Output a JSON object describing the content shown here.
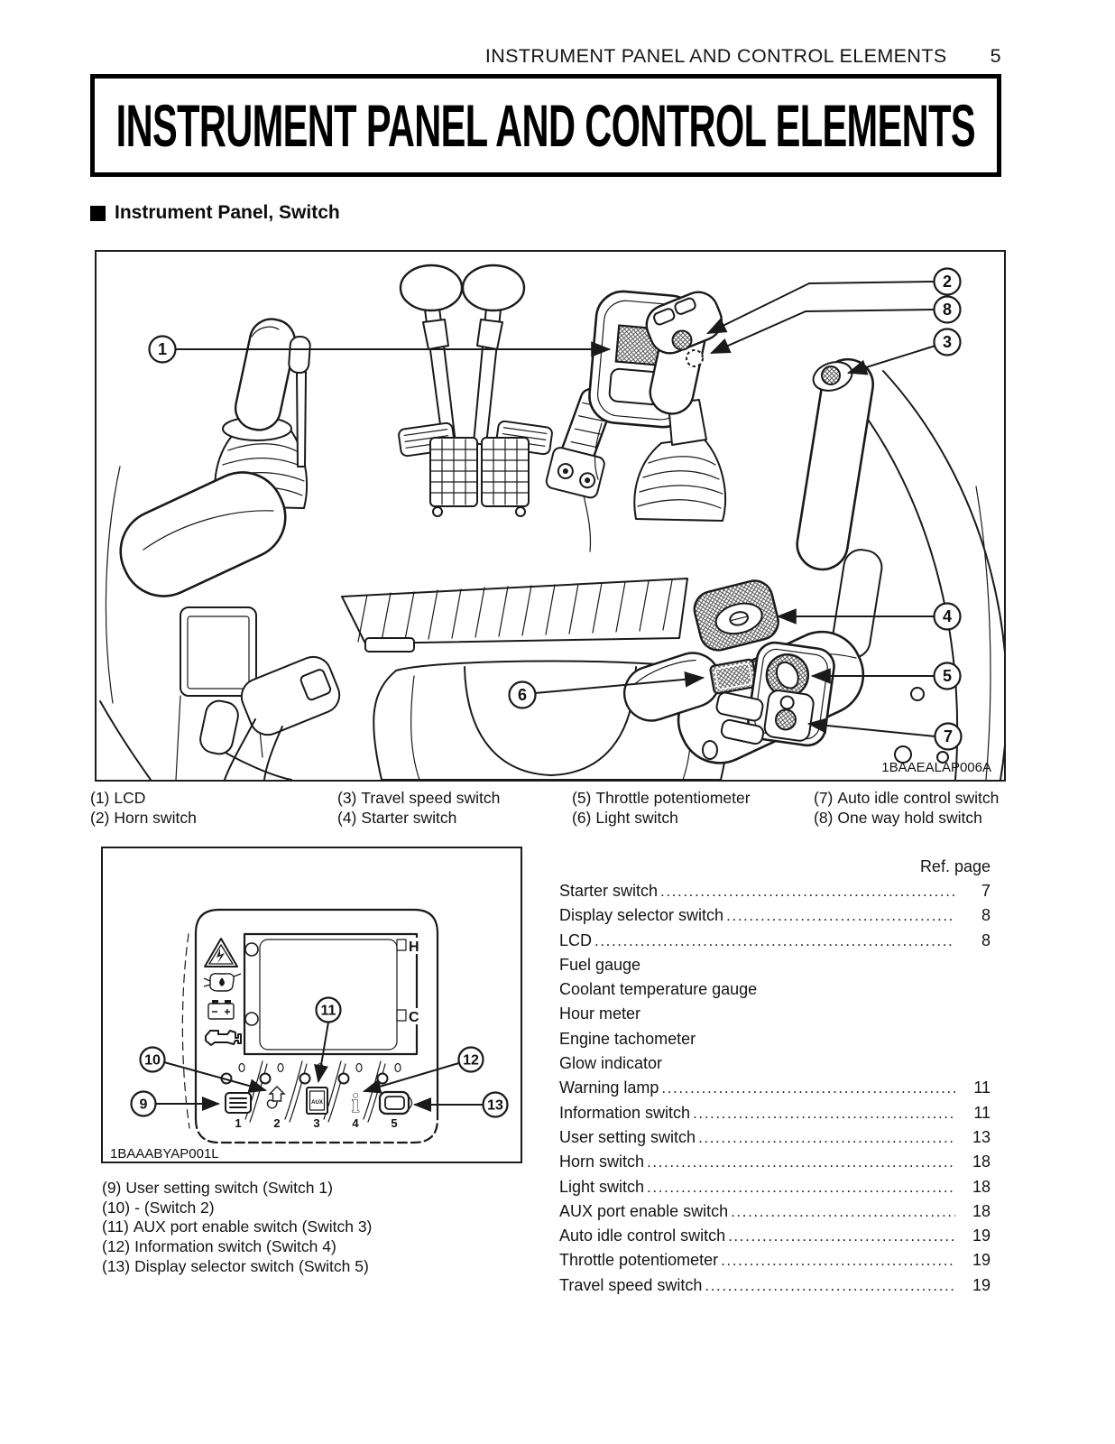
{
  "header": {
    "title": "INSTRUMENT PANEL AND CONTROL ELEMENTS",
    "page_number": "5"
  },
  "banner": {
    "title": "INSTRUMENT PANEL AND CONTROL ELEMENTS"
  },
  "section": {
    "heading": "Instrument Panel, Switch"
  },
  "figure1": {
    "code": "1BAAEALAP006A",
    "callouts": [
      "1",
      "2",
      "3",
      "4",
      "5",
      "6",
      "7",
      "8"
    ],
    "legend": [
      {
        "num": "(1)",
        "label": "LCD"
      },
      {
        "num": "(2)",
        "label": "Horn switch"
      },
      {
        "num": "(3)",
        "label": "Travel speed switch"
      },
      {
        "num": "(4)",
        "label": "Starter switch"
      },
      {
        "num": "(5)",
        "label": "Throttle potentiometer"
      },
      {
        "num": "(6)",
        "label": "Light switch"
      },
      {
        "num": "(7)",
        "label": "Auto idle control switch"
      },
      {
        "num": "(8)",
        "label": "One way hold switch"
      }
    ]
  },
  "ref_list": {
    "header": "Ref. page",
    "items": [
      {
        "label": "Starter switch",
        "page": "7"
      },
      {
        "label": "Display selector switch",
        "page": "8"
      },
      {
        "label": "LCD",
        "page": "8"
      },
      {
        "label": "Fuel gauge",
        "page": ""
      },
      {
        "label": "Coolant temperature gauge",
        "page": ""
      },
      {
        "label": "Hour meter",
        "page": ""
      },
      {
        "label": "Engine tachometer",
        "page": ""
      },
      {
        "label": "Glow indicator",
        "page": ""
      },
      {
        "label": "Warning lamp",
        "page": "11"
      },
      {
        "label": "Information switch",
        "page": "11"
      },
      {
        "label": "User setting switch",
        "page": "13"
      },
      {
        "label": "Horn switch",
        "page": "18"
      },
      {
        "label": "Light switch",
        "page": "18"
      },
      {
        "label": "AUX port enable switch",
        "page": "18"
      },
      {
        "label": "Auto idle control switch",
        "page": "19"
      },
      {
        "label": "Throttle potentiometer",
        "page": "19"
      },
      {
        "label": "Travel speed switch",
        "page": "19"
      }
    ]
  },
  "figure2": {
    "code": "1BAAABYAP001L",
    "callouts": [
      "9",
      "10",
      "11",
      "12",
      "13"
    ],
    "panel": {
      "top_right_label": "H",
      "bottom_right_label": "C",
      "aux_label": "AUX",
      "info_glyph": "i",
      "switch_numbers": [
        "1",
        "2",
        "3",
        "4",
        "5"
      ]
    },
    "legend": [
      {
        "num": "(9)",
        "label": "User setting switch (Switch 1)"
      },
      {
        "num": "(10)",
        "label": "- (Switch 2)"
      },
      {
        "num": "(11)",
        "label": "AUX port enable switch (Switch 3)"
      },
      {
        "num": "(12)",
        "label": "Information switch (Switch 4)"
      },
      {
        "num": "(13)",
        "label": "Display selector switch (Switch 5)"
      }
    ]
  }
}
